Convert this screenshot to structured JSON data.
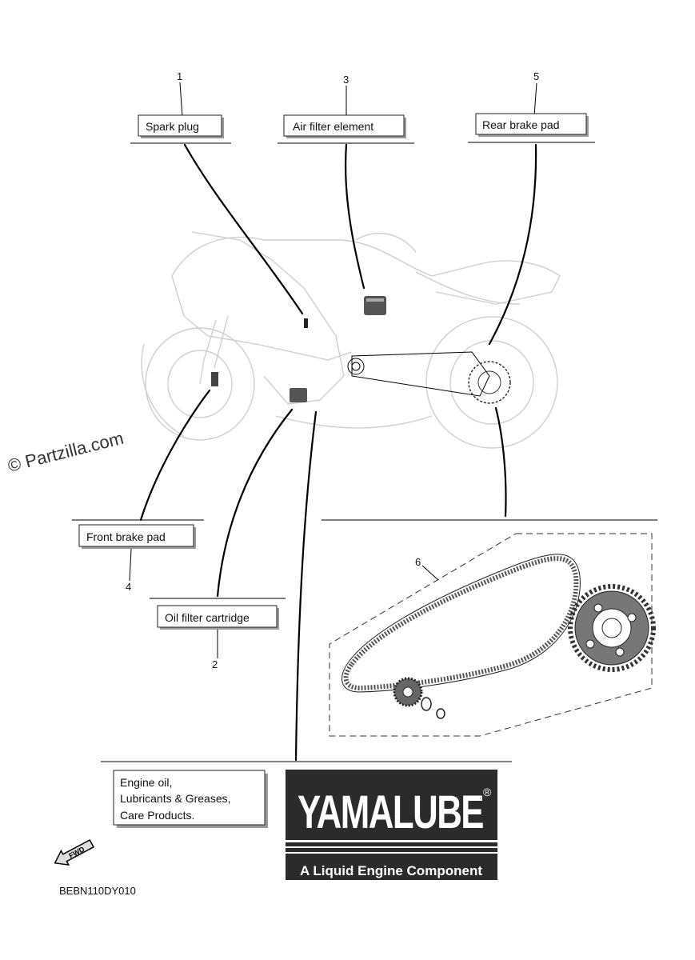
{
  "callouts": [
    {
      "num": "1",
      "label": "Spark plug"
    },
    {
      "num": "2",
      "label": "Oil filter cartridge"
    },
    {
      "num": "3",
      "label": "Air filter element"
    },
    {
      "num": "4",
      "label": "Front brake pad"
    },
    {
      "num": "5",
      "label": "Rear brake pad"
    },
    {
      "num": "6"
    }
  ],
  "lubricants": {
    "lines": [
      "Engine oil,",
      "Lubricants & Greases,",
      "Care Products."
    ]
  },
  "yamalube": {
    "brand": "YAMALUBE",
    "registered": "®",
    "tagline": "A Liquid Engine Component"
  },
  "fwd": "FWD",
  "watermark": "© Partzilla.com",
  "diagram_code": "BEBN110DY010",
  "colors": {
    "ink": "#000000",
    "ghost": "#cfcfcf",
    "logo_bg": "#2b2b2b"
  }
}
